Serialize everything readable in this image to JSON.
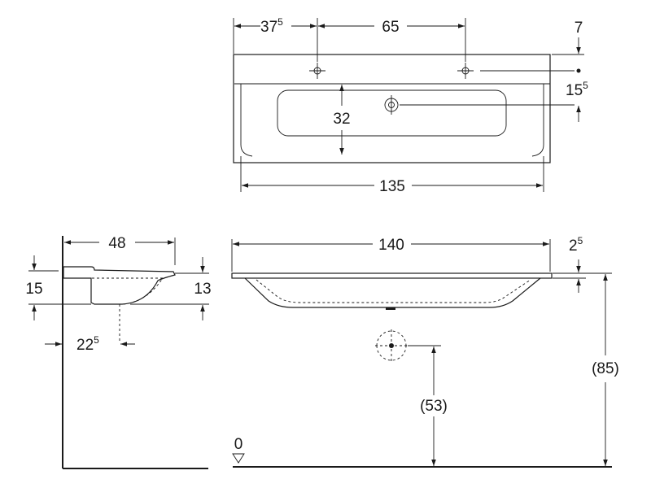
{
  "dimensions": {
    "top_left_offset": {
      "main": "37",
      "sup": "5"
    },
    "top_tap_spacing": "65",
    "top_edge_to_taps": "7",
    "top_taps_to_basin": {
      "main": "15",
      "sup": "5"
    },
    "basin_depth": "32",
    "basin_overall_width": "135",
    "side_depth": "48",
    "side_height_left": "15",
    "side_height_right": "13",
    "side_drain_offset": {
      "main": "22",
      "sup": "5"
    },
    "front_width": "140",
    "front_rim": {
      "main": "2",
      "sup": "5"
    },
    "front_height_total": "(85)",
    "front_drain_height": "(53)",
    "floor_level": "0"
  }
}
